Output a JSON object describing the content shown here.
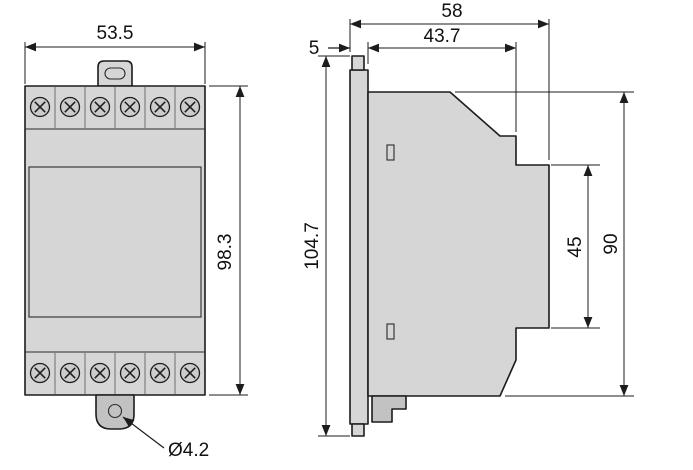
{
  "front_view": {
    "width": "53.5",
    "height": "98.3",
    "mounting_hole_diameter": "Ø4.2"
  },
  "side_view": {
    "total_depth": "58",
    "rear_plate_depth": "5",
    "body_depth": "43.7",
    "total_height": "104.7",
    "front_section_height": "45",
    "body_height": "90"
  },
  "colors": {
    "body_fill": "#d6d6d6",
    "panel_fill": "#e0e0e0",
    "clip_fill": "#c2c2c2",
    "slot_fill": "#ffffff",
    "line": "#1c1c1c",
    "background": "#ffffff"
  }
}
